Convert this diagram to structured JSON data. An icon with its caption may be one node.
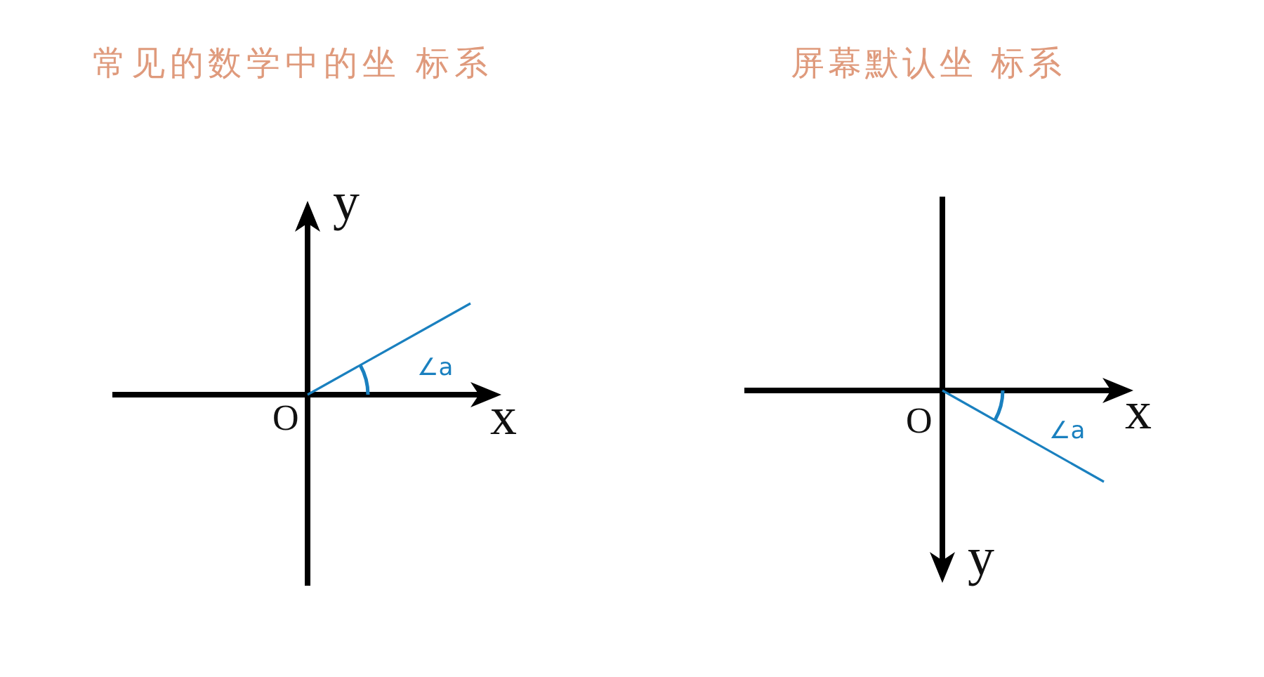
{
  "diagram": {
    "labels": [
      "常见的数学中的坐 标系",
      "屏幕默认坐 标系",
      "y",
      "∠a",
      "O",
      "x",
      "∠a",
      "O",
      "x",
      "y"
    ]
  }
}
